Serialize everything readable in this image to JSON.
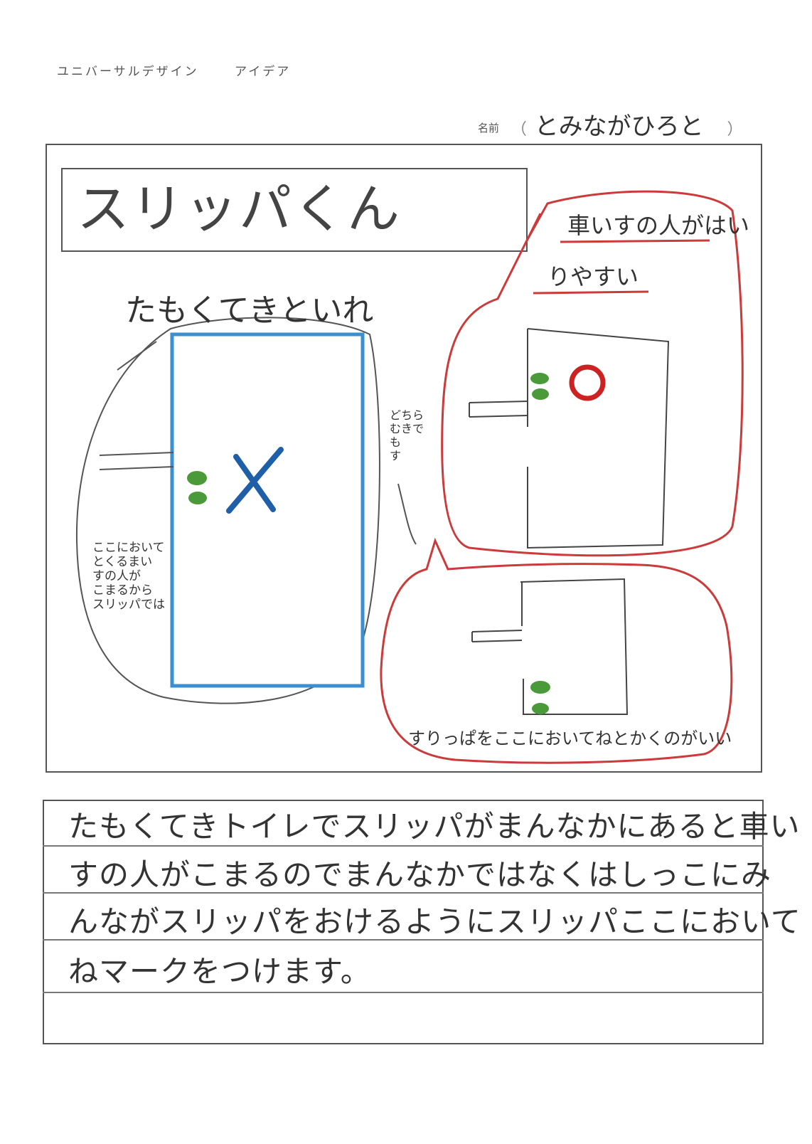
{
  "header": {
    "title": "ユニバーサルデザイン",
    "subtitle": "アイデア"
  },
  "name": {
    "label": "名前",
    "value": "とみながひろと"
  },
  "idea_title": "スリッパくん",
  "left_drawing": {
    "caption": "たもくてきといれ",
    "mark": "×",
    "note_lines": [
      "ここにおいて",
      "とくるまい",
      "すの人が",
      "こまるから",
      "スリッパでは"
    ]
  },
  "middle_note": [
    "どちら",
    "むきで",
    "も",
    "す"
  ],
  "right_top_bubble": {
    "line1": "車いすの人がはい",
    "line2": "りやすい",
    "mark": "○"
  },
  "right_bottom_bubble": {
    "caption": "すりっぱをここにおいてねとかくのがいい"
  },
  "essay_lines": [
    "たもくてきトイレでスリッパがまんなかにあると車い",
    "すの人がこまるのでまんなかではなくはしっこにみ",
    "んながスリッパをおけるようにスリッパここにおいて",
    "ねマークをつけます。",
    ""
  ],
  "colors": {
    "blue": "#3a8fd0",
    "red": "#cc3b3b",
    "green": "#4a9a3a",
    "pencil": "#444444",
    "mark_blue": "#1f5fa8"
  }
}
